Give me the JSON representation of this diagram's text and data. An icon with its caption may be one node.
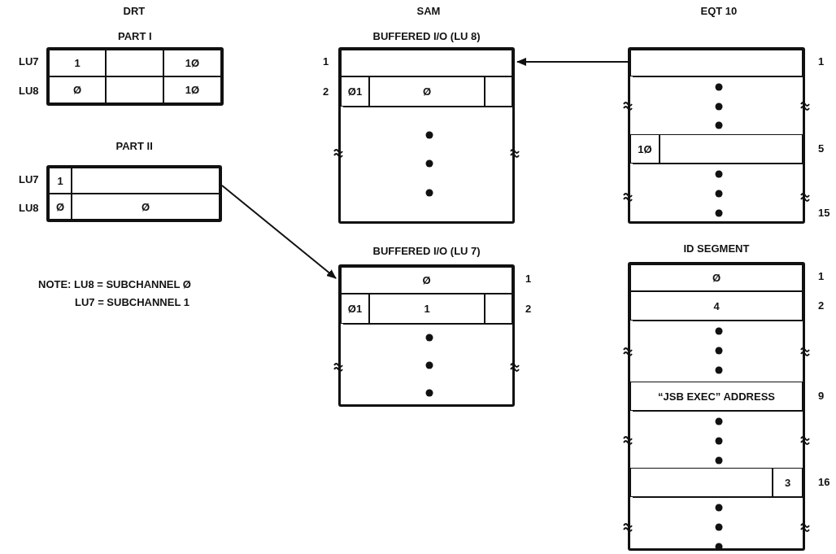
{
  "diagram": {
    "nodes": [
      {
        "text": [
          "PART I",
          "1",
          "1Ø",
          "Ø",
          "1Ø"
        ],
        "beside": [
          "LU7",
          "LU8"
        ]
      },
      {
        "text": [
          "PART II",
          "1",
          "Ø",
          "Ø"
        ],
        "beside": [
          "LU7",
          "LU8"
        ]
      },
      {
        "text": [
          "BUFFERED I/O (LU 8)",
          "Ø1",
          "Ø"
        ],
        "beside": [
          "1",
          "2"
        ]
      },
      {
        "text": [
          "BUFFERED I/O (LU 7)",
          "Ø",
          "Ø1",
          "1"
        ],
        "beside": [
          "1",
          "2"
        ]
      },
      {
        "text": [
          "1Ø"
        ],
        "beside": [
          "1",
          "5",
          "15"
        ]
      },
      {
        "text": [
          "ID SEGMENT",
          "Ø",
          "4",
          "“JSB EXEC” ADDRESS",
          "3"
        ],
        "beside": [
          "1",
          "2",
          "9",
          "16"
        ]
      }
    ],
    "edges": [
      {
        "from": 1,
        "to": 3,
        "arrow": "to"
      },
      {
        "from": 4,
        "to": 2,
        "arrow": "to"
      }
    ],
    "labels": [
      "DRT",
      "SAM",
      "EQT 10",
      "NOTE: LU8 = SUBCHANNEL Ø LU7 = SUBCHANNEL 1"
    ]
  }
}
